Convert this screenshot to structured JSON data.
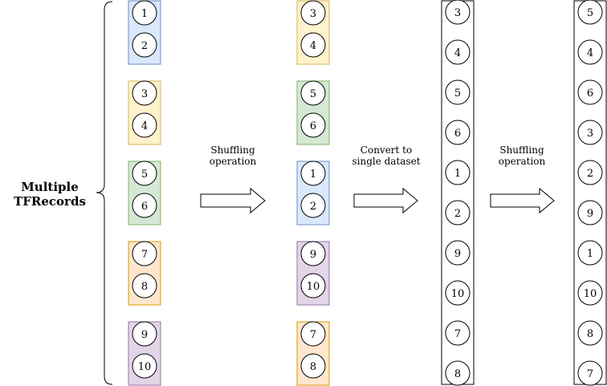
{
  "title_lines": [
    "Multiple",
    "TFRecords"
  ],
  "colors": {
    "blue": {
      "fill": "#dae8fc",
      "stroke": "#6c8ebf"
    },
    "yellow": {
      "fill": "#fff2cc",
      "stroke": "#d6b656"
    },
    "green": {
      "fill": "#d5e8d4",
      "stroke": "#82b366"
    },
    "orange": {
      "fill": "#ffe6cc",
      "stroke": "#d79b00"
    },
    "purple": {
      "fill": "#e1d5e7",
      "stroke": "#9673a6"
    }
  },
  "stage1_files": [
    {
      "color": "blue",
      "records": [
        "1",
        "2"
      ]
    },
    {
      "color": "yellow",
      "records": [
        "3",
        "4"
      ]
    },
    {
      "color": "green",
      "records": [
        "5",
        "6"
      ]
    },
    {
      "color": "orange",
      "records": [
        "7",
        "8"
      ]
    },
    {
      "color": "purple",
      "records": [
        "9",
        "10"
      ]
    }
  ],
  "stage2_files": [
    {
      "color": "yellow",
      "records": [
        "3",
        "4"
      ]
    },
    {
      "color": "green",
      "records": [
        "5",
        "6"
      ]
    },
    {
      "color": "blue",
      "records": [
        "1",
        "2"
      ]
    },
    {
      "color": "purple",
      "records": [
        "9",
        "10"
      ]
    },
    {
      "color": "orange",
      "records": [
        "7",
        "8"
      ]
    }
  ],
  "single_dataset": [
    "3",
    "4",
    "5",
    "6",
    "1",
    "2",
    "9",
    "10",
    "7",
    "8"
  ],
  "shuffled_dataset": [
    "5",
    "4",
    "6",
    "3",
    "2",
    "9",
    "1",
    "10",
    "8",
    "7"
  ],
  "arrows": [
    {
      "label_lines": [
        "Shuffling",
        "operation"
      ]
    },
    {
      "label_lines": [
        "Convert to",
        "single dataset"
      ]
    },
    {
      "label_lines": [
        "Shuffling",
        "operation"
      ]
    }
  ]
}
